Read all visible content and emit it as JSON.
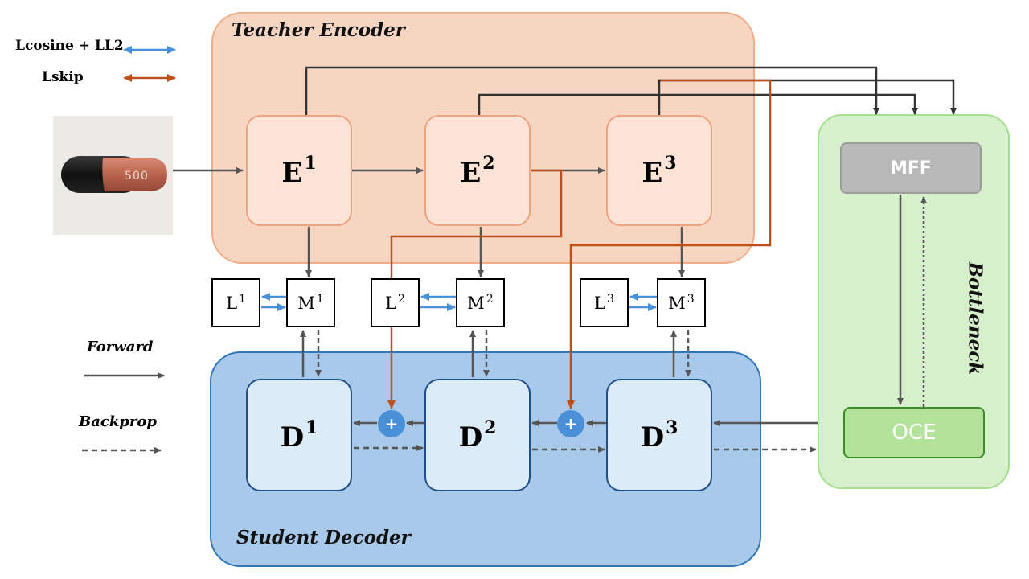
{
  "legend": {
    "loss_cos_l2": "Lcosine + LL2",
    "loss_skip": "Lskip",
    "forward": "Forward",
    "backprop": "Backprop"
  },
  "panels": {
    "teacher": "Teacher Encoder",
    "student": "Student Decoder",
    "bottleneck": "Bottleneck"
  },
  "encoders": [
    {
      "letter": "E",
      "index": "1"
    },
    {
      "letter": "E",
      "index": "2"
    },
    {
      "letter": "E",
      "index": "3"
    }
  ],
  "decoders": [
    {
      "letter": "D",
      "index": "1"
    },
    {
      "letter": "D",
      "index": "2"
    },
    {
      "letter": "D",
      "index": "3"
    }
  ],
  "l_blocks": [
    {
      "letter": "L",
      "index": "1"
    },
    {
      "letter": "L",
      "index": "2"
    },
    {
      "letter": "L",
      "index": "3"
    }
  ],
  "m_blocks": [
    {
      "letter": "M",
      "index": "1"
    },
    {
      "letter": "M",
      "index": "2"
    },
    {
      "letter": "M",
      "index": "3"
    }
  ],
  "modules": {
    "mff": "MFF",
    "oce": "OCE"
  },
  "input_image": {
    "caption": "500"
  },
  "plus_symbol": "+",
  "colors": {
    "forward": "#555555",
    "cosine_l2_arrow": "#4a90d9",
    "skip_arrow": "#c0501a",
    "teacher_fill": "#f7d5c3",
    "student_fill": "#a8c9ea",
    "bottleneck_fill": "#d7f0cc"
  }
}
